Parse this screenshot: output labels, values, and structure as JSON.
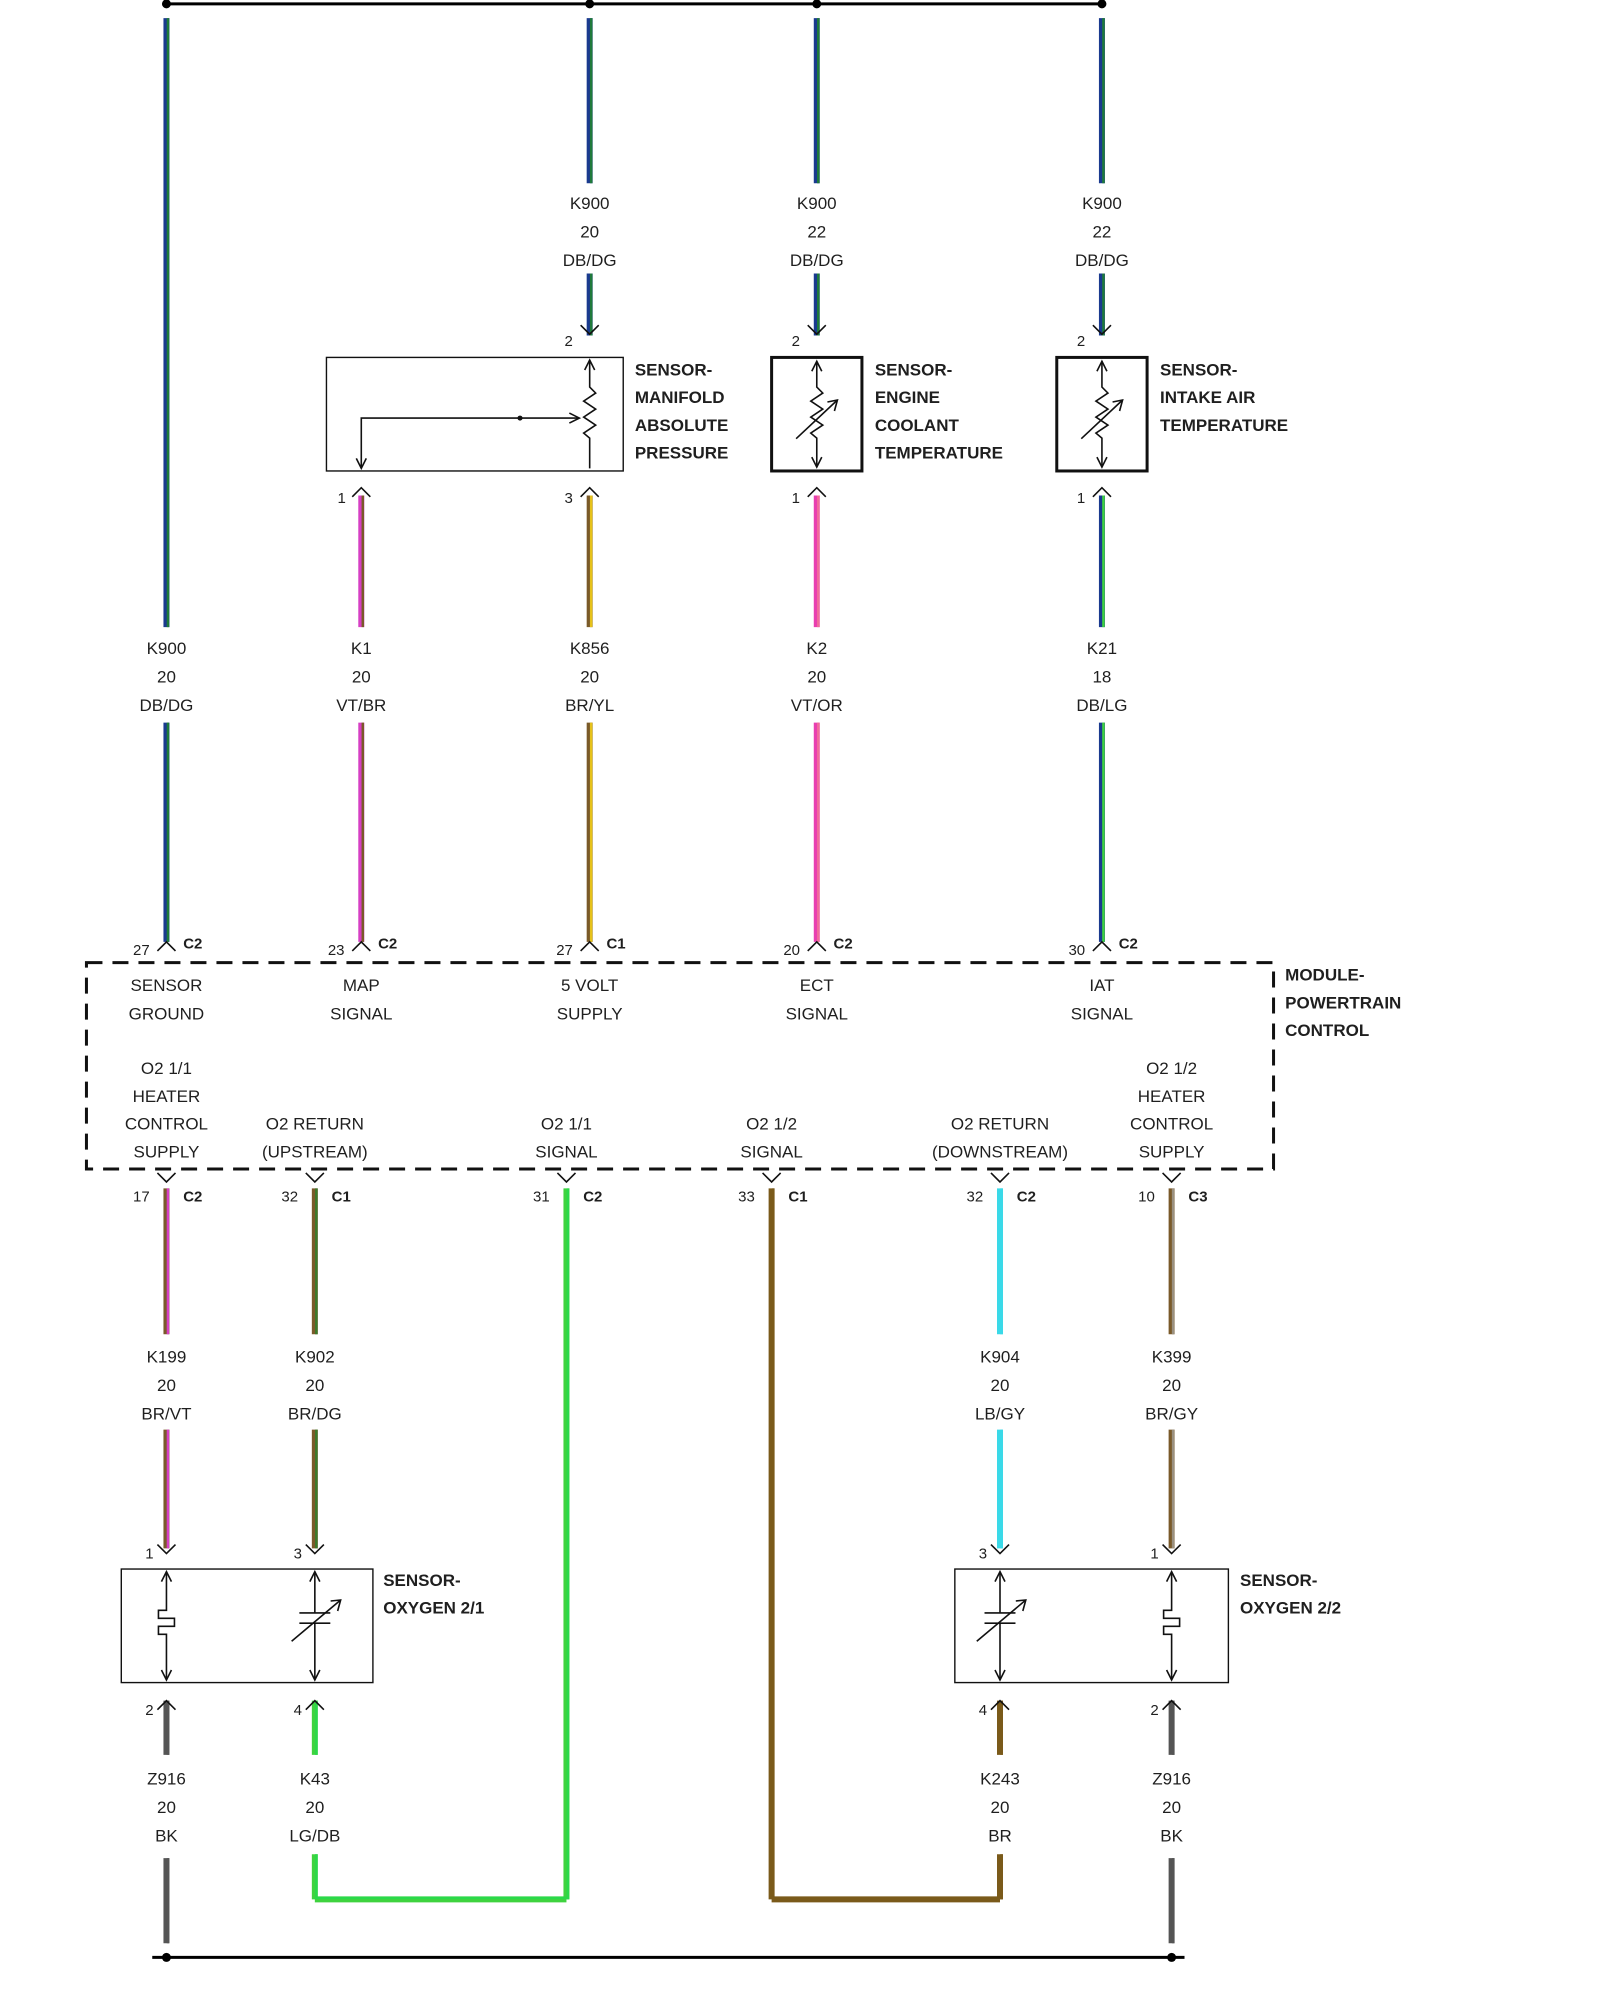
{
  "colors": {
    "DB/DG": [
      "#1a3a8f",
      "#1f7a3a"
    ],
    "VT/BR": [
      "#d63fc4",
      "#7a5a2a"
    ],
    "BR/YL": [
      "#7a5a2a",
      "#e6c21a"
    ],
    "VT/OR": [
      "#e83fb0",
      "#f26b9a"
    ],
    "DB/LG": [
      "#1a3a8f",
      "#3fd33f"
    ],
    "BR/VT": [
      "#7a5a2a",
      "#d63fc4"
    ],
    "BR/DG": [
      "#7a5a2a",
      "#3a7a2a"
    ],
    "LB/GY": [
      "#3ad9e8",
      "#3ad9e8"
    ],
    "BR/GY": [
      "#7a5a2a",
      "#9a9080"
    ],
    "LG/DB": [
      "#3fd33f",
      "#2ad94a"
    ],
    "BR": [
      "#7a5a1a",
      "#7a5a1a"
    ],
    "BK": [
      "#555555",
      "#555555"
    ]
  },
  "upper_wires": [
    {
      "circuit": "K900",
      "gauge": "20",
      "color": "DB/DG"
    },
    {
      "circuit": "K900",
      "gauge": "22",
      "color": "DB/DG"
    },
    {
      "circuit": "K900",
      "gauge": "22",
      "color": "DB/DG"
    }
  ],
  "sensors_top": {
    "map": {
      "lines": [
        "SENSOR-",
        "MANIFOLD",
        "ABSOLUTE",
        "PRESSURE"
      ],
      "pin_top": "2",
      "pin_left": "1",
      "pin_right": "3"
    },
    "ect": {
      "lines": [
        "SENSOR-",
        "ENGINE",
        "COOLANT",
        "TEMPERATURE"
      ],
      "pin_top": "2",
      "pin_bottom": "1"
    },
    "iat": {
      "lines": [
        "SENSOR-",
        "INTAKE AIR",
        "TEMPERATURE"
      ],
      "pin_top": "2",
      "pin_bottom": "1"
    }
  },
  "mid_wires": [
    {
      "circuit": "K900",
      "gauge": "20",
      "color": "DB/DG",
      "pin": "27",
      "connector": "C2",
      "fn1": "SENSOR",
      "fn2": "GROUND"
    },
    {
      "circuit": "K1",
      "gauge": "20",
      "color": "VT/BR",
      "pin": "23",
      "connector": "C2",
      "fn1": "MAP",
      "fn2": "SIGNAL"
    },
    {
      "circuit": "K856",
      "gauge": "20",
      "color": "BR/YL",
      "pin": "27",
      "connector": "C1",
      "fn1": "5 VOLT",
      "fn2": "SUPPLY"
    },
    {
      "circuit": "K2",
      "gauge": "20",
      "color": "VT/OR",
      "pin": "20",
      "connector": "C2",
      "fn1": "ECT",
      "fn2": "SIGNAL"
    },
    {
      "circuit": "K21",
      "gauge": "18",
      "color": "DB/LG",
      "pin": "30",
      "connector": "C2",
      "fn1": "IAT",
      "fn2": "SIGNAL"
    }
  ],
  "module": {
    "lines": [
      "MODULE-",
      "POWERTRAIN",
      "CONTROL"
    ]
  },
  "lower_functions": [
    {
      "lines": [
        "O2 1/1",
        "HEATER",
        "CONTROL",
        "SUPPLY"
      ],
      "pin": "17",
      "connector": "C2"
    },
    {
      "lines": [
        "O2 RETURN",
        "(UPSTREAM)"
      ],
      "pin": "32",
      "connector": "C1"
    },
    {
      "lines": [
        "O2 1/1",
        "SIGNAL"
      ],
      "pin": "31",
      "connector": "C2"
    },
    {
      "lines": [
        "O2 1/2",
        "SIGNAL"
      ],
      "pin": "33",
      "connector": "C1"
    },
    {
      "lines": [
        "O2 RETURN",
        "(DOWNSTREAM)"
      ],
      "pin": "32",
      "connector": "C2"
    },
    {
      "lines": [
        "O2 1/2",
        "HEATER",
        "CONTROL",
        "SUPPLY"
      ],
      "pin": "10",
      "connector": "C3"
    }
  ],
  "lower_wires": [
    {
      "circuit": "K199",
      "gauge": "20",
      "color": "BR/VT"
    },
    {
      "circuit": "K902",
      "gauge": "20",
      "color": "BR/DG"
    },
    {
      "circuit": "K904",
      "gauge": "20",
      "color": "LB/GY"
    },
    {
      "circuit": "K399",
      "gauge": "20",
      "color": "BR/GY"
    }
  ],
  "oxygen_sensors": [
    {
      "lines": [
        "SENSOR-",
        "OXYGEN 2/1"
      ],
      "pins_top": [
        "1",
        "3"
      ],
      "pins_bottom": [
        "2",
        "4"
      ]
    },
    {
      "lines": [
        "SENSOR-",
        "OXYGEN 2/2"
      ],
      "pins_top": [
        "3",
        "1"
      ],
      "pins_bottom": [
        "4",
        "2"
      ]
    }
  ],
  "bottom_wires": [
    {
      "circuit": "Z916",
      "gauge": "20",
      "color": "BK"
    },
    {
      "circuit": "K43",
      "gauge": "20",
      "color": "LG/DB"
    },
    {
      "circuit": "K243",
      "gauge": "20",
      "color": "BR"
    },
    {
      "circuit": "Z916",
      "gauge": "20",
      "color": "BK"
    }
  ],
  "footer_id": "03164631"
}
